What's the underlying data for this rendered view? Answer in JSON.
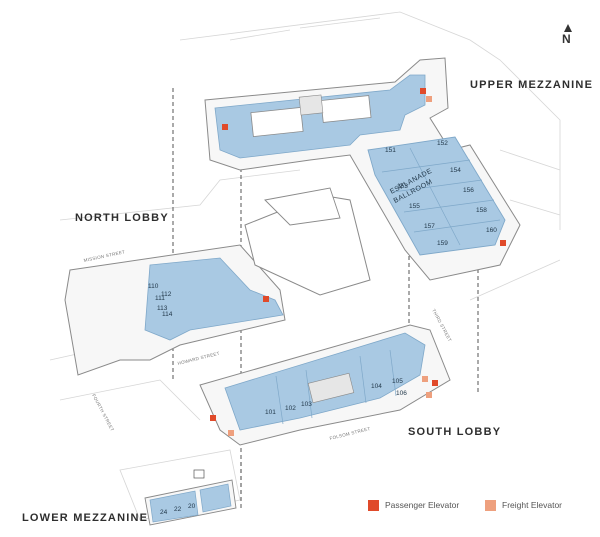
{
  "compass": {
    "letter": "N",
    "icon": "north-arrow-icon"
  },
  "areas": {
    "upper_mezzanine": "UPPER MEZZANINE",
    "north_lobby": "NORTH LOBBY",
    "south_lobby": "SOUTH LOBBY",
    "lower_mezzanine": "LOWER MEZZANINE"
  },
  "ballroom": {
    "line1": "ESPLANADE",
    "line2": "BALLROOM"
  },
  "rooms": {
    "upper": [
      "151",
      "152",
      "153",
      "154",
      "155",
      "156",
      "157",
      "158",
      "159",
      "160"
    ],
    "south": [
      "101",
      "102",
      "103",
      "104",
      "105",
      "106"
    ],
    "north": [
      "110",
      "111",
      "112",
      "113",
      "114"
    ],
    "lower": [
      "24",
      "22",
      "20"
    ]
  },
  "streets": {
    "mission": "MISSION STREET",
    "howard": "HOWARD STREET",
    "fourth": "FOURTH STREET",
    "folsom": "FOLSOM STREET",
    "third": "THIRD STREET"
  },
  "legend": [
    {
      "label": "Passenger Elevator",
      "color": "#e04a2a"
    },
    {
      "label": "Freight Elevator",
      "color": "#eea07e"
    }
  ],
  "colors": {
    "room_fill": "#a9c9e3",
    "room_stroke": "#7fa8c9",
    "outline": "#9a9a9a"
  }
}
